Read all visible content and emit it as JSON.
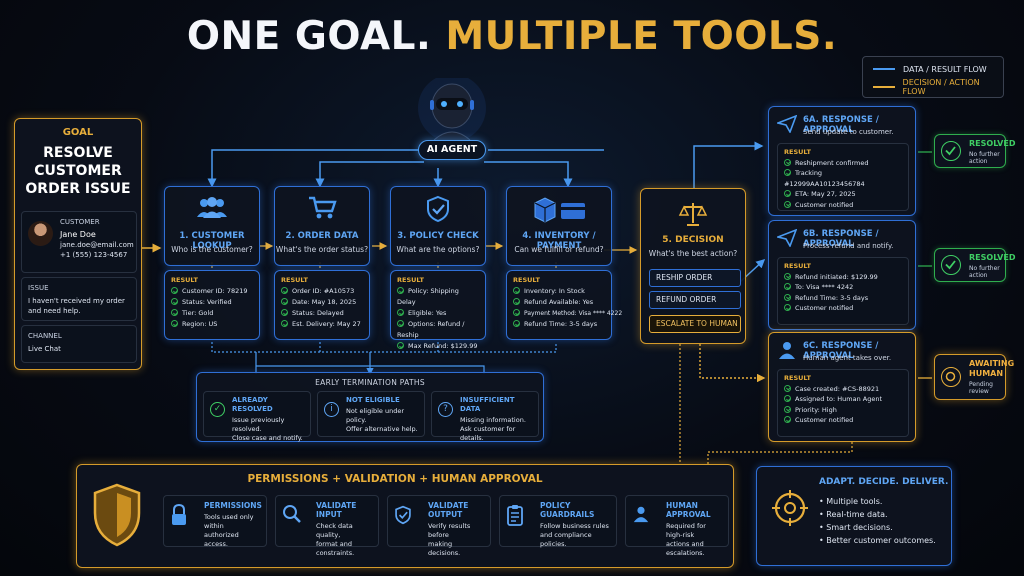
{
  "title": {
    "part1": "ONE GOAL.",
    "part2": "MULTIPLE TOOLS."
  },
  "legend": {
    "data_flow": "DATA / RESULT FLOW",
    "decision_flow": "DECISION / ACTION FLOW"
  },
  "goal": {
    "label": "GOAL",
    "text_line1": "RESOLVE",
    "text_line2": "CUSTOMER",
    "text_line3": "ORDER ISSUE",
    "customer_heading": "CUSTOMER",
    "customer_name": "Jane Doe",
    "customer_email": "jane.doe@email.com",
    "customer_phone": "+1 (555) 123-4567",
    "issue_heading": "ISSUE",
    "issue_text": "I haven't received my order and need help.",
    "channel_heading": "CHANNEL",
    "channel_text": "Live Chat"
  },
  "agent": {
    "label": "AI AGENT"
  },
  "tools": [
    {
      "name": "1. CUSTOMER LOOKUP",
      "question": "Who is the customer?",
      "icon": "users-icon",
      "results": [
        "Customer ID: 78219",
        "Status: Verified",
        "Tier: Gold",
        "Region: US"
      ]
    },
    {
      "name": "2. ORDER DATA",
      "question": "What's the order status?",
      "icon": "cart-icon",
      "results": [
        "Order ID: #A10573",
        "Date: May 18, 2025",
        "Status: Delayed",
        "Est. Delivery: May 27"
      ]
    },
    {
      "name": "3. POLICY CHECK",
      "question": "What are the options?",
      "icon": "shield-check-icon",
      "results": [
        "Policy: Shipping Delay",
        "Eligible: Yes",
        "Options: Refund / Reship",
        "Max Refund: $129.99"
      ]
    },
    {
      "name": "4. INVENTORY / PAYMENT",
      "question": "Can we fulfill or refund?",
      "icon": "box-card-icon",
      "results": [
        "Inventory: In Stock",
        "Refund Available: Yes",
        "Payment Method: Visa **** 4222",
        "Refund Time: 3-5 days"
      ]
    }
  ],
  "result_label": "RESULT",
  "decision": {
    "name": "5. DECISION",
    "question": "What's the best action?",
    "icon": "scales-icon",
    "options": [
      "RESHIP ORDER",
      "REFUND ORDER",
      "ESCALATE TO HUMAN"
    ]
  },
  "responses": [
    {
      "name": "6A. RESPONSE / APPROVAL",
      "desc": "Send update to customer.",
      "icon": "paper-plane-icon",
      "results": [
        "Reshipment confirmed",
        "Tracking #12999AA10123456784",
        "ETA: May 27, 2025",
        "Customer notified"
      ],
      "outcome": "RESOLVED",
      "outcome_sub": "No further action"
    },
    {
      "name": "6B. RESPONSE / APPROVAL",
      "desc": "Process refund and notify.",
      "icon": "paper-plane-icon",
      "results": [
        "Refund initiated: $129.99",
        "To: Visa **** 4242",
        "Refund Time: 3-5 days",
        "Customer notified"
      ],
      "outcome": "RESOLVED",
      "outcome_sub": "No further action"
    },
    {
      "name": "6C. RESPONSE / APPROVAL",
      "desc": "Human agent takes over.",
      "icon": "person-icon",
      "results": [
        "Case created: #CS-88921",
        "Assigned to: Human Agent",
        "Priority: High",
        "Customer notified"
      ],
      "outcome_line1": "AWAITING",
      "outcome_line2": "HUMAN",
      "outcome_sub": "Pending review"
    }
  ],
  "early": {
    "title": "EARLY TERMINATION PATHS",
    "items": [
      {
        "name": "ALREADY RESOLVED",
        "line1": "Issue previously resolved.",
        "line2": "Close case and notify.",
        "icon": "check-circle-icon"
      },
      {
        "name": "NOT ELIGIBLE",
        "line1": "Not eligible under policy.",
        "line2": "Offer alternative help.",
        "icon": "info-icon"
      },
      {
        "name": "INSUFFICIENT DATA",
        "line1": "Missing information.",
        "line2": "Ask customer for details.",
        "icon": "question-icon"
      }
    ]
  },
  "permissions": {
    "title": "PERMISSIONS + VALIDATION + HUMAN APPROVAL",
    "items": [
      {
        "name": "PERMISSIONS",
        "line1": "Tools used only within",
        "line2": "authorized access.",
        "icon": "lock-icon"
      },
      {
        "name": "VALIDATE INPUT",
        "line1": "Check data quality,",
        "line2": "format and constraints.",
        "icon": "magnifier-icon"
      },
      {
        "name": "VALIDATE OUTPUT",
        "line1": "Verify results before",
        "line2": "making decisions.",
        "icon": "shield-check-icon"
      },
      {
        "name": "POLICY GUARDRAILS",
        "line1": "Follow business rules",
        "line2": "and compliance policies.",
        "icon": "clipboard-icon"
      },
      {
        "name": "HUMAN APPROVAL",
        "line1": "Required for high-risk",
        "line2": "actions and escalations.",
        "icon": "person-icon"
      }
    ]
  },
  "adapt": {
    "title": "ADAPT. DECIDE. DELIVER.",
    "bullets": [
      "Multiple tools.",
      "Real-time data.",
      "Smart decisions.",
      "Better customer outcomes."
    ]
  },
  "colors": {
    "blue": "#2f6fd6",
    "gold": "#d59b2a",
    "green": "#2fae4e",
    "background": "#05080f"
  }
}
